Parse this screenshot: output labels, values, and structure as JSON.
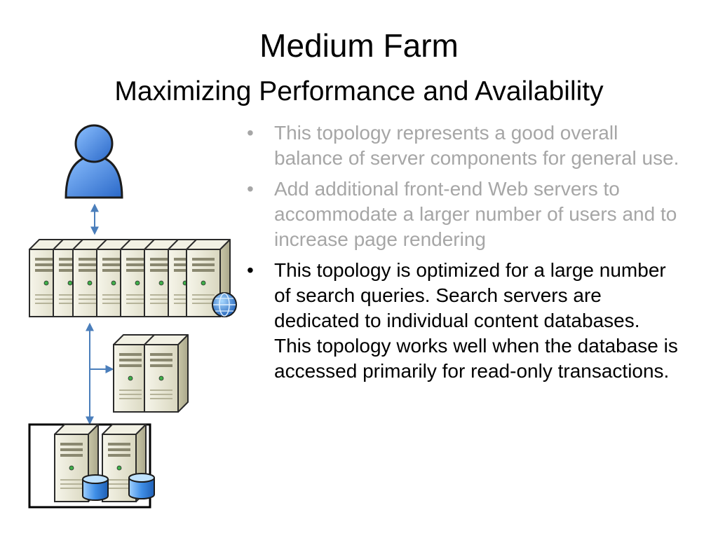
{
  "slide": {
    "title": "Medium Farm",
    "subtitle": "Maximizing Performance and Availability",
    "bullet_char": "•",
    "bullets": [
      {
        "text": "This topology represents a good overall balance of server components for general use.",
        "state": "dim"
      },
      {
        "text": "Add additional front-end Web servers to accommodate a larger number of users and to increase page rendering",
        "state": "dim"
      },
      {
        "text": "This topology is optimized for a large number of search queries. Search servers are dedicated to individual content databases. This topology works well when the database is accessed primarily for read-only transactions.",
        "state": "active"
      }
    ]
  },
  "diagram": {
    "icons": [
      "user-icon",
      "web-server-icon",
      "globe-icon",
      "search-server-icon",
      "database-server-icon",
      "database-icon"
    ],
    "web_server_count": 8,
    "search_server_count": 2,
    "database_server_count": 2,
    "colors": {
      "user": "#3d7fd8",
      "server_body": "#e8e6d2",
      "arrow": "#4a7ebb",
      "bullet_dim": "#a6a6a6",
      "bullet_active": "#000000"
    }
  }
}
